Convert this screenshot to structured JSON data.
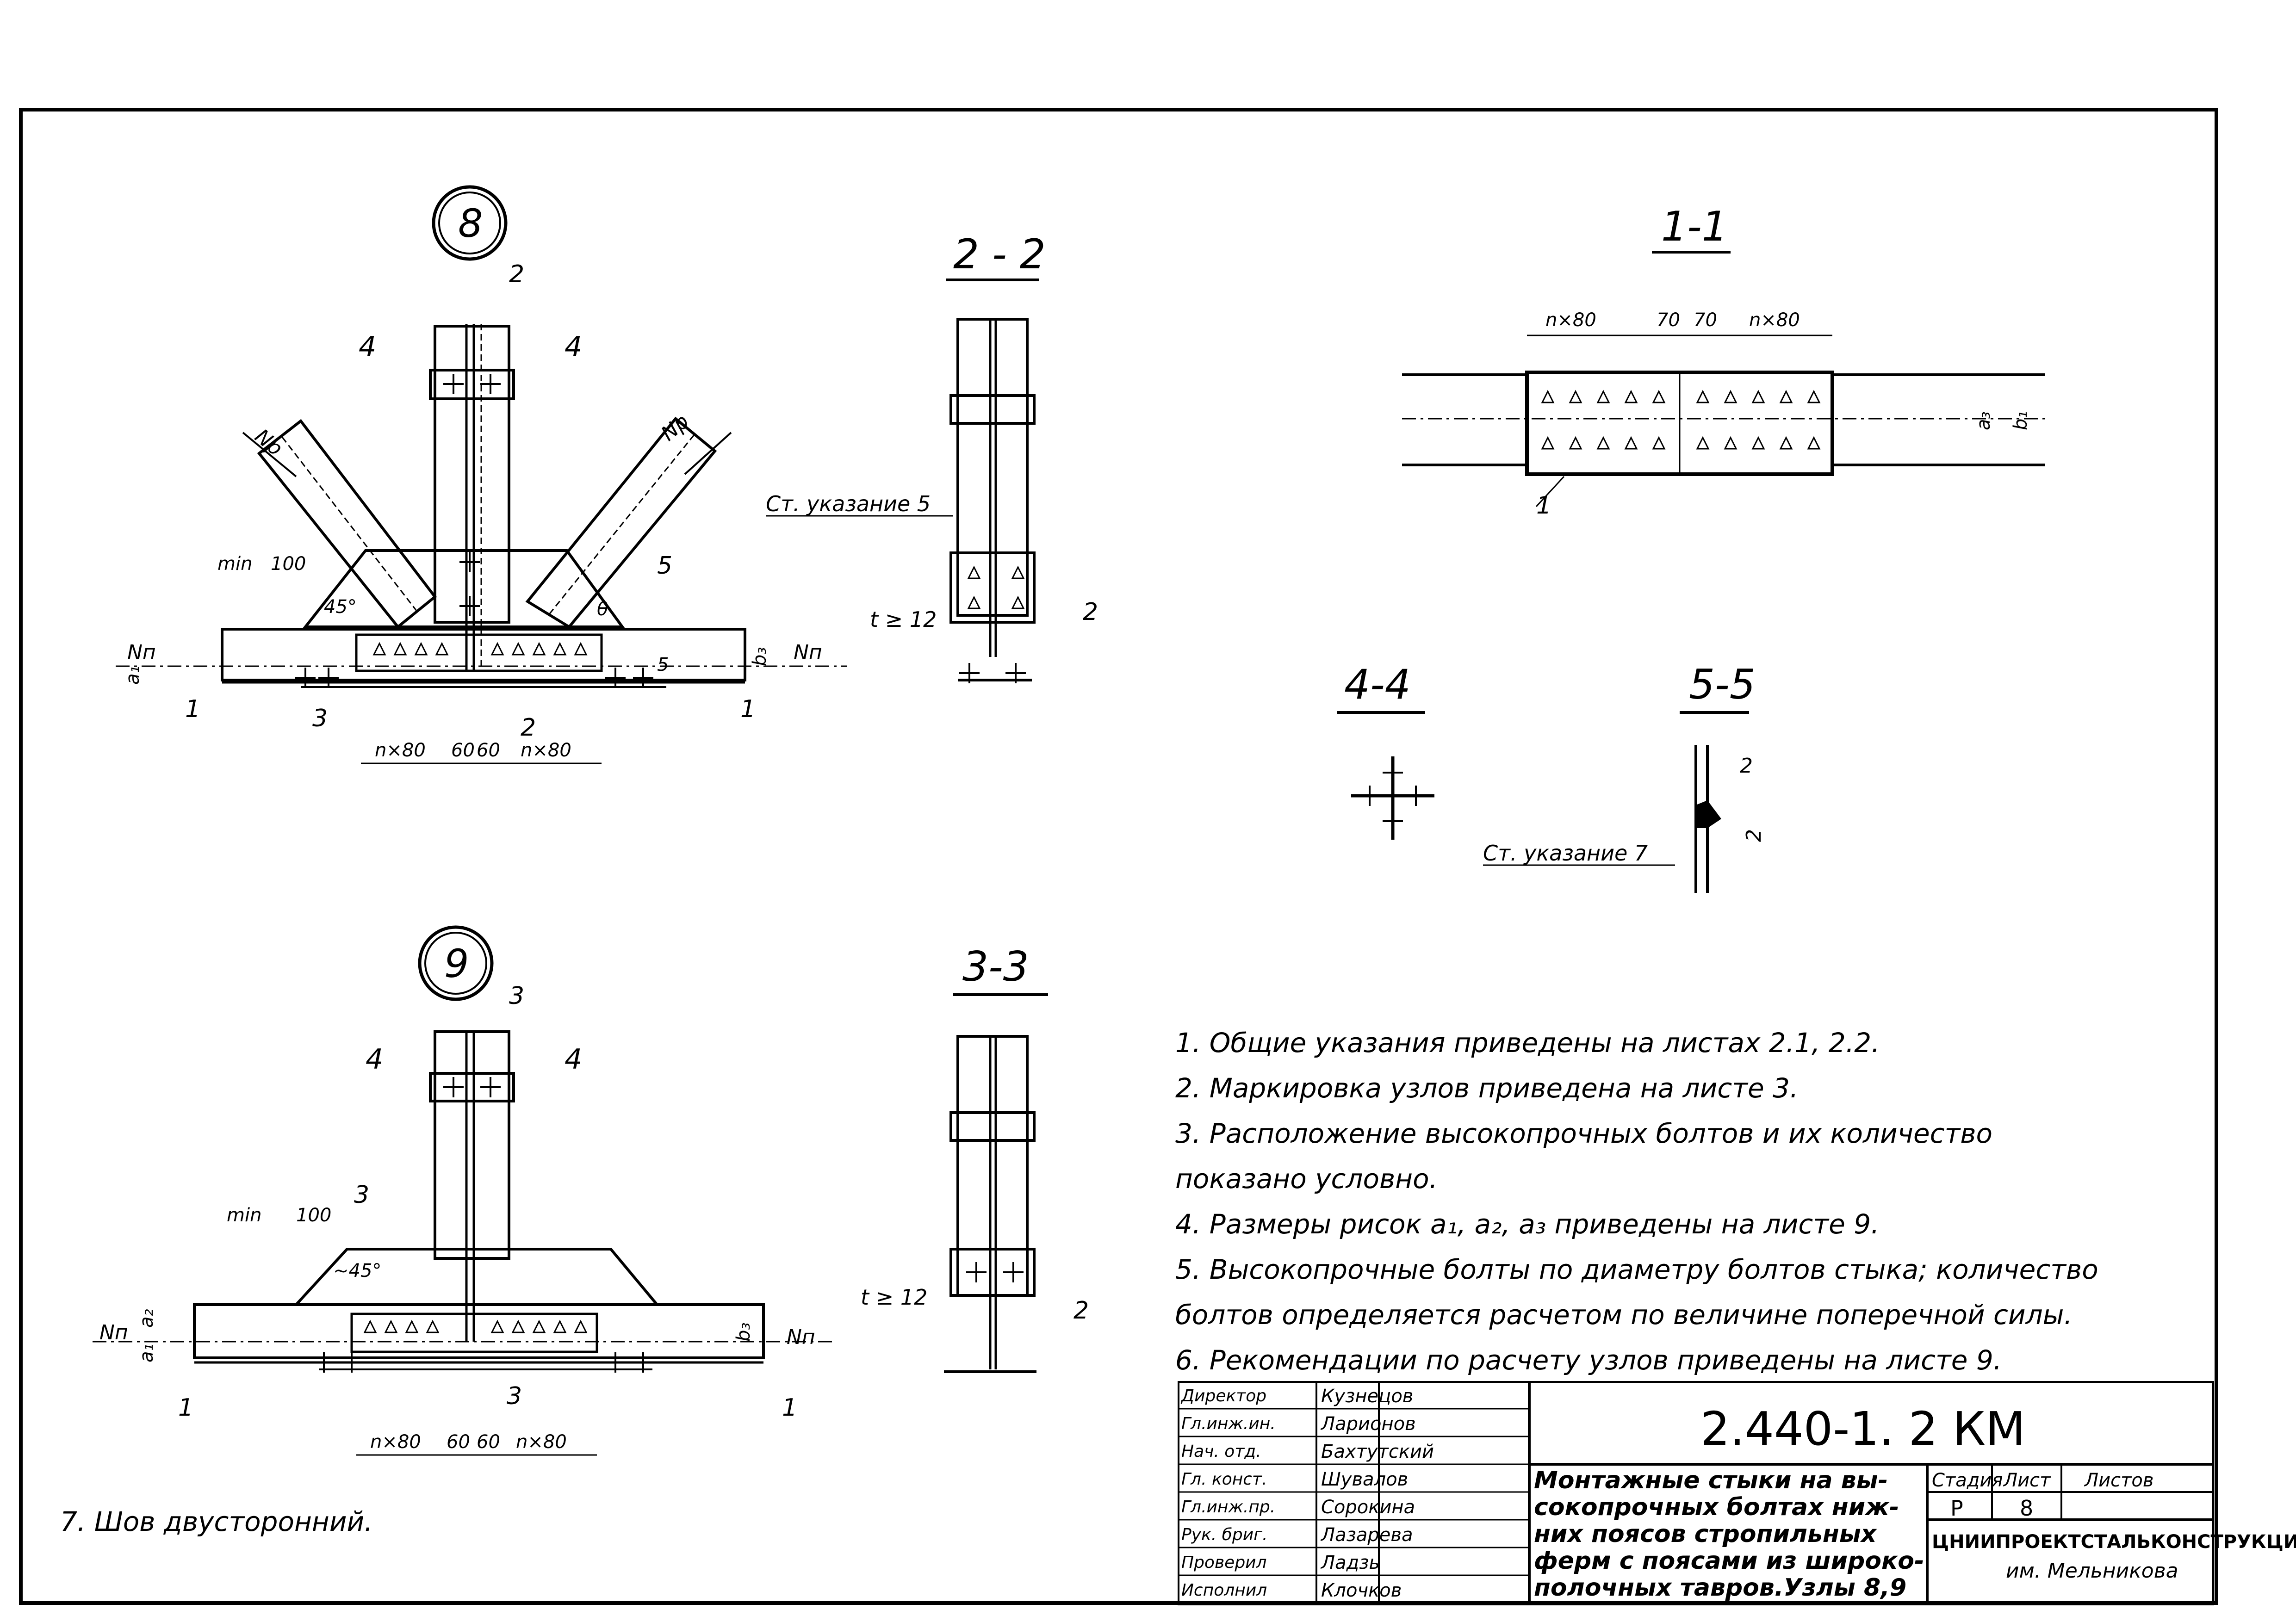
{
  "nodes": {
    "node8": {
      "label": "8"
    },
    "node9": {
      "label": "9"
    }
  },
  "sections": {
    "s11": "1-1",
    "s22": "2 - 2",
    "s33": "3-3",
    "s44": "4-4",
    "s55": "5-5"
  },
  "labels": {
    "Np": "Nр",
    "Nn": "Nп",
    "min": "min",
    "d100": "100",
    "deg45": "45°",
    "approx45": "~45°",
    "theta": "θ",
    "n80": "n×80",
    "d60": "60",
    "d70": "70",
    "t12": "t ≥ 12",
    "see5": "Ст. указание 5",
    "see7": "Ст. указание 7",
    "a1": "a₁",
    "a2": "a₂",
    "a3": "a₃",
    "b1": "b₁",
    "b3": "b₃",
    "n1": "1",
    "n2": "2",
    "n3": "3",
    "n4": "4",
    "n5": "5"
  },
  "notes": [
    "1. Общие  указания  приведены  на  листах  2.1, 2.2.",
    "2. Маркировка  узлов  приведена  на  листе 3.",
    "3. Расположение  высокопрочных  болтов  и  их  количество",
    "показано  условно.",
    "4. Размеры  рисок  a₁, a₂, a₃  приведены  на  листе 9.",
    "5. Высокопрочные  болты  по диаметру  болтов  стыка;  количество",
    "болтов  определяется  расчетом по  величине  поперечной  силы.",
    "6. Рекомендации  по  расчету  узлов  приведены  на  листе  9."
  ],
  "note7": "7. Шов  двусторонний.",
  "title_block": {
    "code": "2.440-1. 2 КМ",
    "title": [
      "Монтажные стыки на вы-",
      "сокопрочных болтах ниж-",
      "них поясов стропильных",
      "ферм с поясами из широко-",
      "полочных тавров.Узлы 8,9"
    ],
    "stage_label": "Стадия",
    "sheet_label": "Лист",
    "sheets_label": "Листов",
    "stage": "Р",
    "sheet": "8",
    "org": "ЦНИИПРОЕКТСТАЛЬКОНСТРУКЦИЯ",
    "org2": "им. Мельникова",
    "staff": [
      {
        "role": "Директор",
        "name": "Кузнецов"
      },
      {
        "role": "Гл.инж.ин.",
        "name": "Ларионов"
      },
      {
        "role": "Нач. отд.",
        "name": "Бахтутский"
      },
      {
        "role": "Гл. конст.",
        "name": "Шувалов"
      },
      {
        "role": "Гл.инж.пр.",
        "name": "Сорокина"
      },
      {
        "role": "Рук. бриг.",
        "name": "Лазарева"
      },
      {
        "role": "Проверил",
        "name": "Ладзь"
      },
      {
        "role": "Исполнил",
        "name": "Клочков"
      }
    ]
  }
}
